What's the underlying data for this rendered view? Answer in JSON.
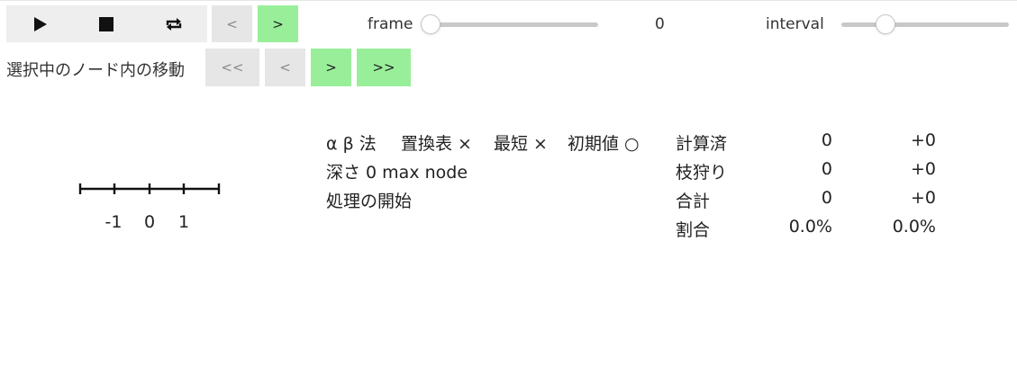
{
  "player": {
    "play_icon": "play-icon",
    "stop_icon": "stop-icon",
    "repeat_icon": "repeat-icon",
    "prev_label": "<",
    "next_label": ">",
    "frame_label": "frame",
    "frame_value": "0",
    "frame_slider_fraction": 0,
    "interval_label": "interval",
    "interval_slider_fraction": 0.25
  },
  "node_nav": {
    "label": "選択中のノード内の移動",
    "first_label": "<<",
    "prev_label": "<",
    "next_label": ">",
    "last_label": ">>"
  },
  "info": {
    "algorithm": "α β 法",
    "transposition_table": "置換表 ×",
    "shortest": "最短 ×",
    "initial_value": "初期値 ○",
    "depth_line": "深さ 0 max node",
    "status": "処理の開始"
  },
  "stats": [
    {
      "label": "計算済",
      "value": "0",
      "delta": "+0"
    },
    {
      "label": "枝狩り",
      "value": "0",
      "delta": "+0"
    },
    {
      "label": "合計",
      "value": "0",
      "delta": "+0"
    },
    {
      "label": "割合",
      "value": "0.0%",
      "delta": "0.0%"
    }
  ],
  "axis": {
    "tick_labels": [
      "-1",
      "0",
      "1"
    ]
  },
  "colors": {
    "enabled_button": "#99ef99",
    "disabled_button": "#e6e6e6",
    "play_group": "#eeeeee"
  }
}
